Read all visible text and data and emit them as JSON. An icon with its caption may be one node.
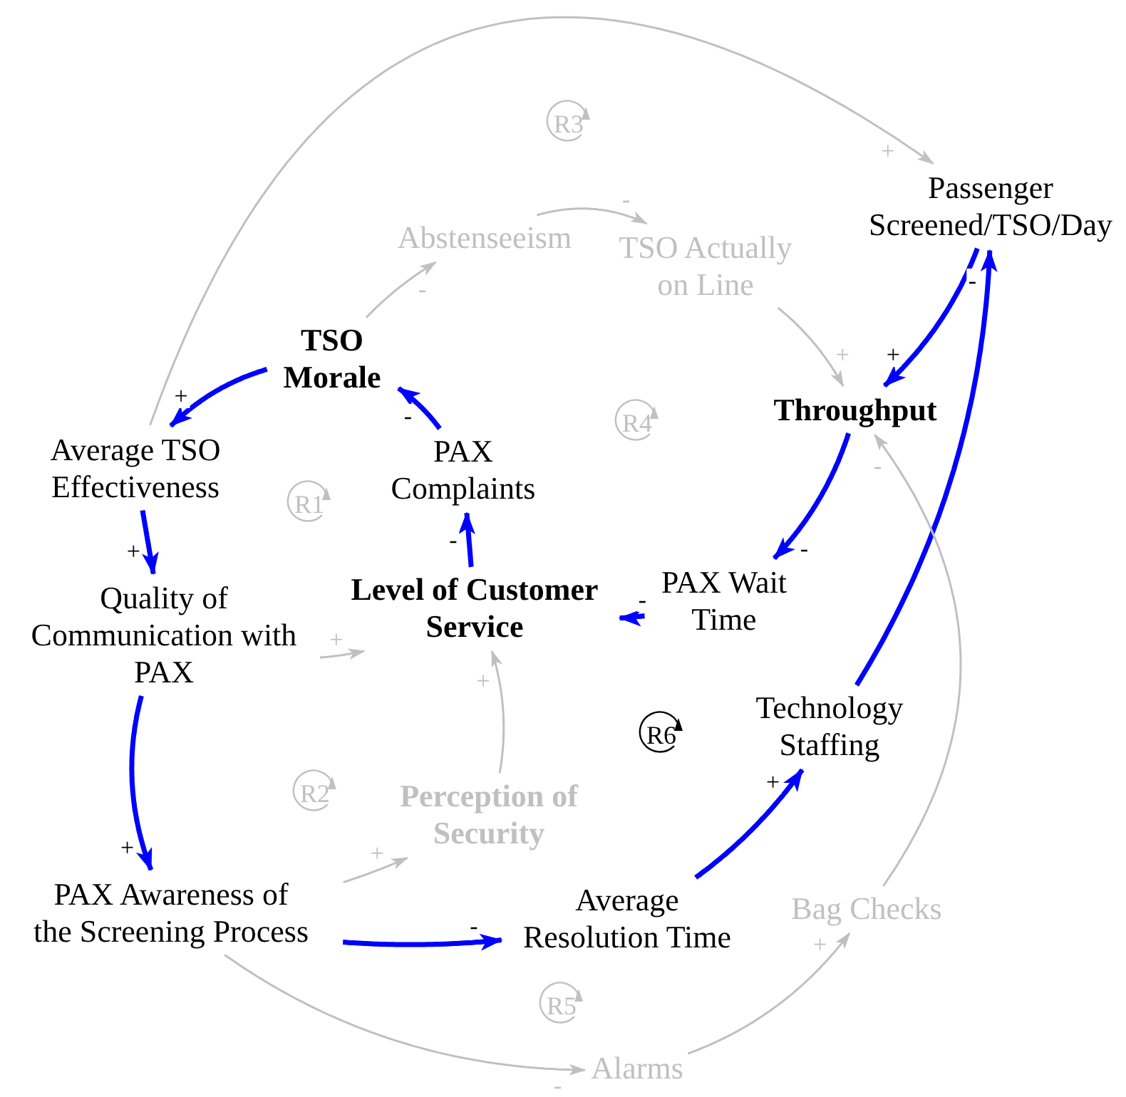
{
  "diagram": {
    "nodes": [
      {
        "text": [
          "Passenger Screened/TSO/Day"
        ]
      },
      {
        "text": [
          "Abstenseeism"
        ]
      },
      {
        "text": [
          "TSO Actually on Line"
        ]
      },
      {
        "text": [
          "TSO Morale"
        ]
      },
      {
        "text": [
          "Throughput"
        ]
      },
      {
        "text": [
          "Average TSO Effectiveness"
        ]
      },
      {
        "text": [
          "PAX Complaints"
        ]
      },
      {
        "text": [
          "Quality of Communication with PAX"
        ]
      },
      {
        "text": [
          "Level of Customer Service"
        ]
      },
      {
        "text": [
          "PAX Wait Time"
        ]
      },
      {
        "text": [
          "Technology Staffing"
        ]
      },
      {
        "text": [
          "Perception of Security"
        ]
      },
      {
        "text": [
          "PAX Awareness of the Screening Process"
        ]
      },
      {
        "text": [
          "Average Resolution Time"
        ]
      },
      {
        "text": [
          "Bag Checks"
        ]
      },
      {
        "text": [
          "Alarms"
        ]
      }
    ],
    "edges": [
      {
        "from": 5,
        "to": 0,
        "arrow": "to",
        "label": "+",
        "color": "#c0c0c0"
      },
      {
        "from": 3,
        "to": 1,
        "arrow": "to",
        "label": "-",
        "color": "#c0c0c0"
      },
      {
        "from": 1,
        "to": 2,
        "arrow": "to",
        "label": "-",
        "color": "#c0c0c0"
      },
      {
        "from": 2,
        "to": 4,
        "arrow": "to",
        "label": "+",
        "color": "#c0c0c0"
      },
      {
        "from": 0,
        "to": 4,
        "arrow": "to",
        "label": "+"
      },
      {
        "from": 10,
        "to": 0,
        "arrow": "to",
        "label": "-"
      },
      {
        "from": 3,
        "to": 5,
        "arrow": "to",
        "label": "+"
      },
      {
        "from": 6,
        "to": 3,
        "arrow": "to",
        "label": "-"
      },
      {
        "from": 4,
        "to": 9,
        "arrow": "to",
        "label": "-"
      },
      {
        "from": 5,
        "to": 7,
        "arrow": "to",
        "label": "+"
      },
      {
        "from": 8,
        "to": 6,
        "arrow": "to",
        "label": "-"
      },
      {
        "from": 9,
        "to": 8,
        "arrow": "to",
        "label": "-"
      },
      {
        "from": 7,
        "to": 8,
        "arrow": "to",
        "label": "+",
        "color": "#c0c0c0"
      },
      {
        "from": 11,
        "to": 8,
        "arrow": "to",
        "label": "+",
        "color": "#c0c0c0"
      },
      {
        "from": 7,
        "to": 12,
        "arrow": "to",
        "label": "+"
      },
      {
        "from": 12,
        "to": 11,
        "arrow": "to",
        "label": "+",
        "color": "#c0c0c0"
      },
      {
        "from": 12,
        "to": 13,
        "arrow": "to",
        "label": "-"
      },
      {
        "from": 13,
        "to": 10,
        "arrow": "to",
        "label": "+"
      },
      {
        "from": 12,
        "to": 15,
        "arrow": "to",
        "label": "-",
        "color": "#c0c0c0"
      },
      {
        "from": 15,
        "to": 14,
        "arrow": "to",
        "label": "+",
        "color": "#c0c0c0"
      },
      {
        "from": 14,
        "to": 4,
        "arrow": "to",
        "label": "-",
        "color": "#c0c0c0"
      }
    ],
    "labels": [
      "R3",
      "R4",
      "R1",
      "R6",
      "R2",
      "R5"
    ]
  }
}
